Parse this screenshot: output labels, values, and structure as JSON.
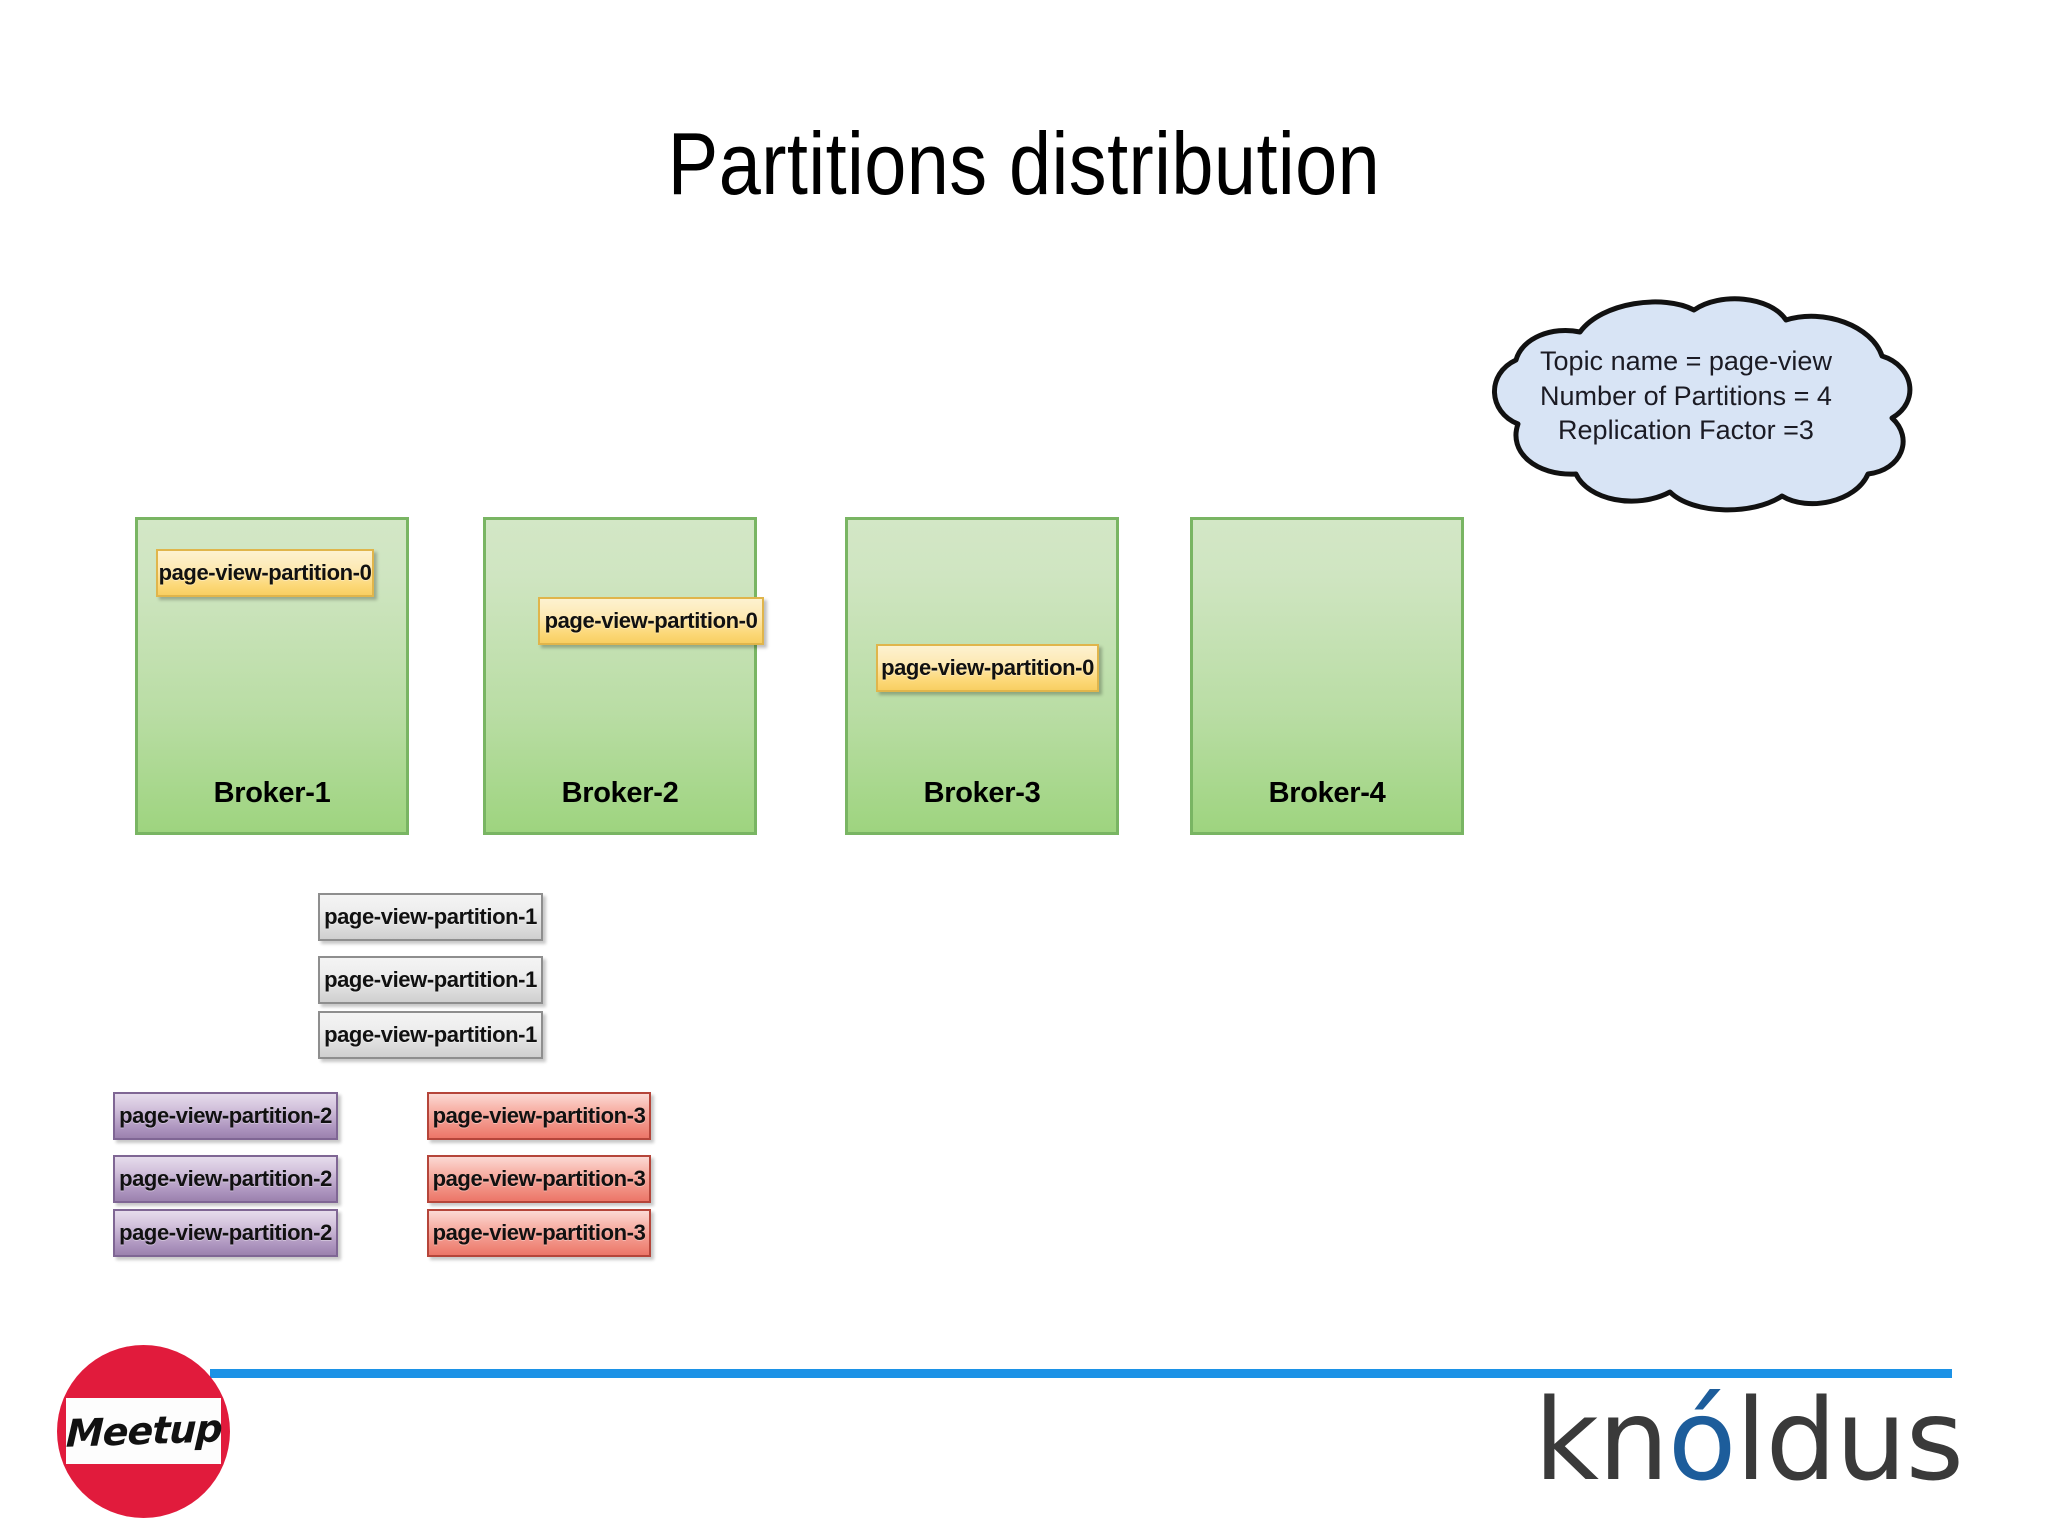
{
  "slide": {
    "title": "Partitions distribution"
  },
  "callout": {
    "name": "topic-configuration-cloud",
    "lines": [
      "Topic name = page-view",
      "Number of Partitions = 4",
      "Replication Factor =3"
    ],
    "fill_color": "#d8e4f5",
    "stroke_color": "#111111"
  },
  "brokers": [
    {
      "label": "Broker-1",
      "partition_label": "page-view-partition-0",
      "has_partition": true
    },
    {
      "label": "Broker-2",
      "partition_label": "page-view-partition-0",
      "has_partition": true
    },
    {
      "label": "Broker-3",
      "partition_label": "page-view-partition-0",
      "has_partition": true
    },
    {
      "label": "Broker-4",
      "partition_label": "",
      "has_partition": false
    }
  ],
  "replica_stacks": [
    {
      "partition": "page-view-partition-1",
      "color": "#d9d9d9",
      "replicas": [
        "page-view-partition-1",
        "page-view-partition-1",
        "page-view-partition-1"
      ]
    },
    {
      "partition": "page-view-partition-2",
      "color": "#ab92bd",
      "replicas": [
        "page-view-partition-2",
        "page-view-partition-2",
        "page-view-partition-2"
      ]
    },
    {
      "partition": "page-view-partition-3",
      "color": "#f08a7d",
      "replicas": [
        "page-view-partition-3",
        "page-view-partition-3",
        "page-view-partition-3"
      ]
    }
  ],
  "footer": {
    "rule_color": "#1c92e6",
    "meetup": {
      "wordmark": "Meetup",
      "circle_color": "#e11b3c"
    },
    "knoldus": {
      "prefix": "kn",
      "accented_o": "ó",
      "suffix": "ldus",
      "accent_color": "#1d5d9b",
      "text_color": "#3a3a3a"
    }
  }
}
